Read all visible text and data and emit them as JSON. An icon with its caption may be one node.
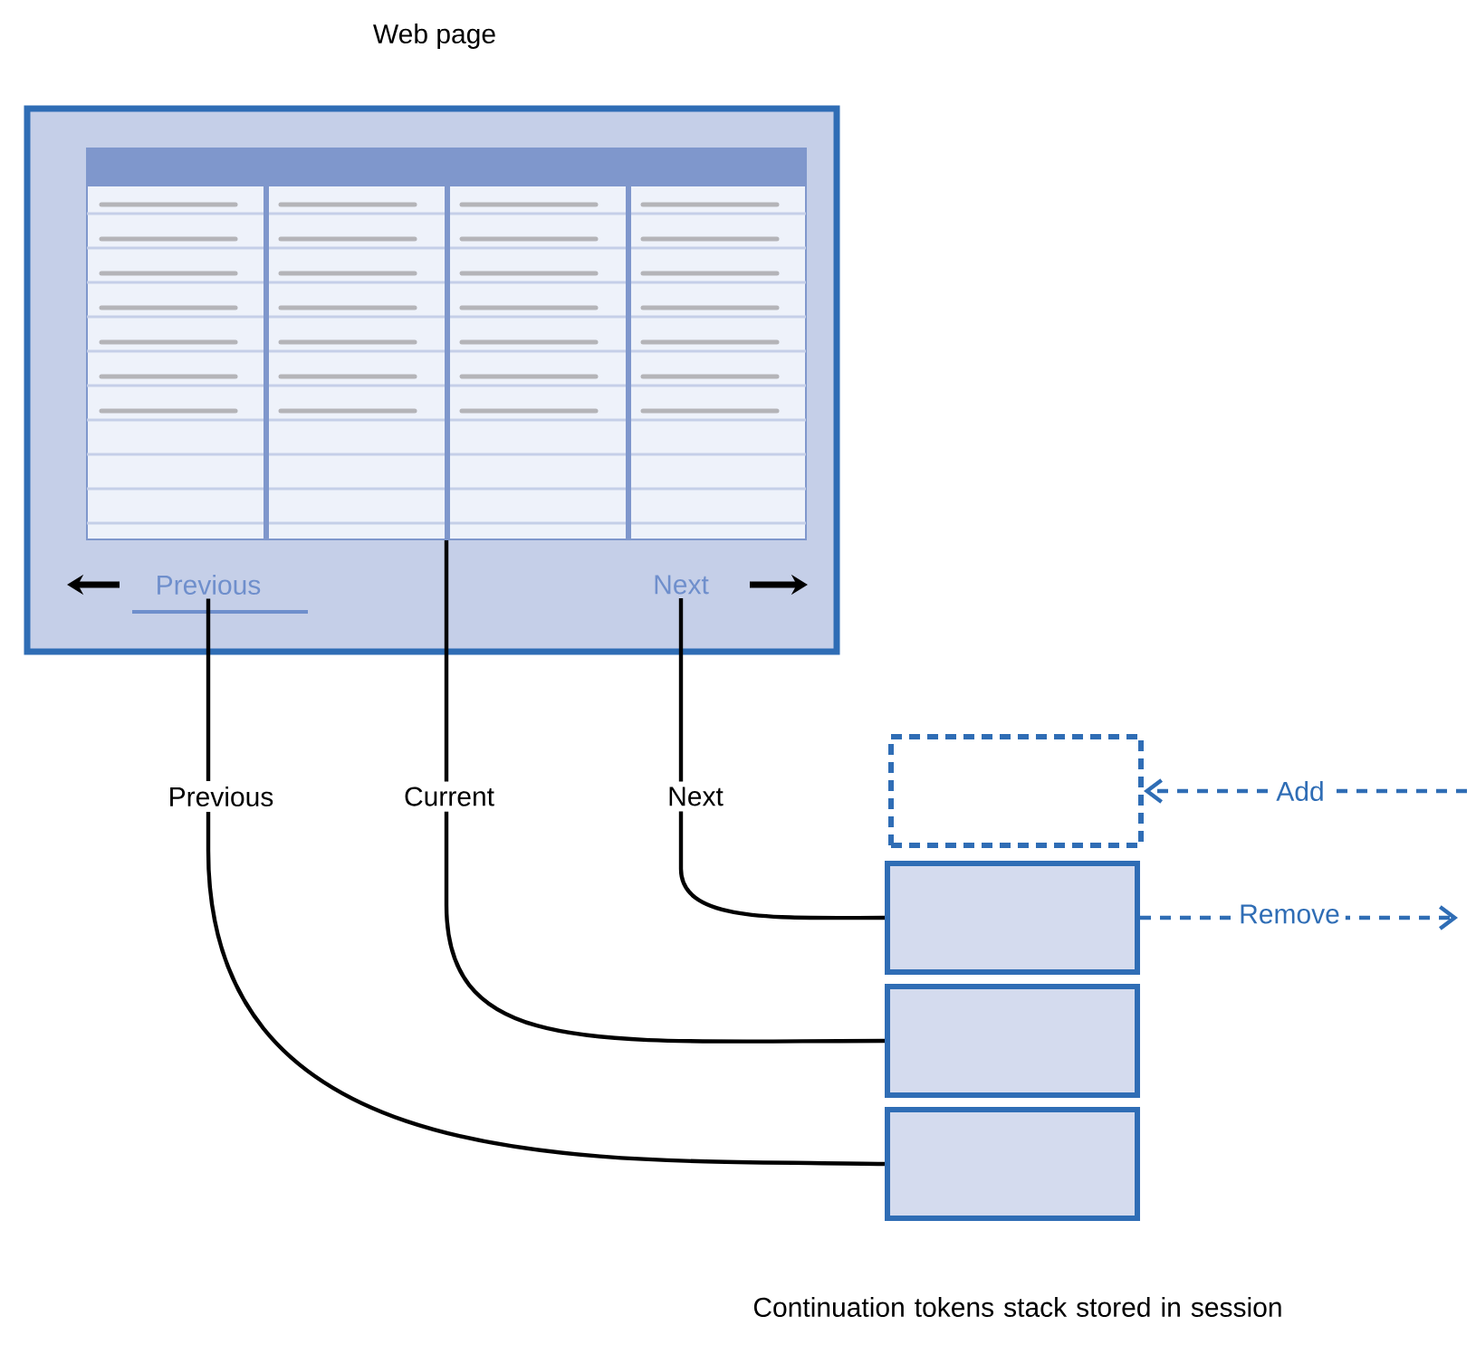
{
  "diagram": {
    "nodes": [
      {
        "text": [
          "Web page"
        ]
      },
      {
        "text": [],
        "shape": "box",
        "in": 0
      },
      {
        "text": [
          "Previous"
        ],
        "in": 0
      },
      {
        "text": [
          "Next"
        ],
        "in": 0
      },
      {
        "text": [],
        "shape": "box"
      },
      {
        "text": [],
        "shape": "box"
      },
      {
        "text": [],
        "shape": "box"
      },
      {
        "text": [],
        "shape": "box"
      }
    ],
    "edges": [
      {
        "from": 2,
        "to": 7,
        "arrow": "none",
        "label": "Previous"
      },
      {
        "from": 1,
        "to": 6,
        "arrow": "none",
        "label": "Current"
      },
      {
        "from": 3,
        "to": 5,
        "arrow": "none",
        "label": "Next"
      },
      {
        "from": null,
        "to": 4,
        "arrow": "to",
        "label": "Add",
        "style": "dashed",
        "color": "#2f6db5"
      },
      {
        "from": 5,
        "to": null,
        "arrow": "to",
        "label": "Remove",
        "style": "dashed",
        "color": "#2f6db5"
      }
    ],
    "labels": [
      "Continuation tokens stack stored in session"
    ]
  }
}
